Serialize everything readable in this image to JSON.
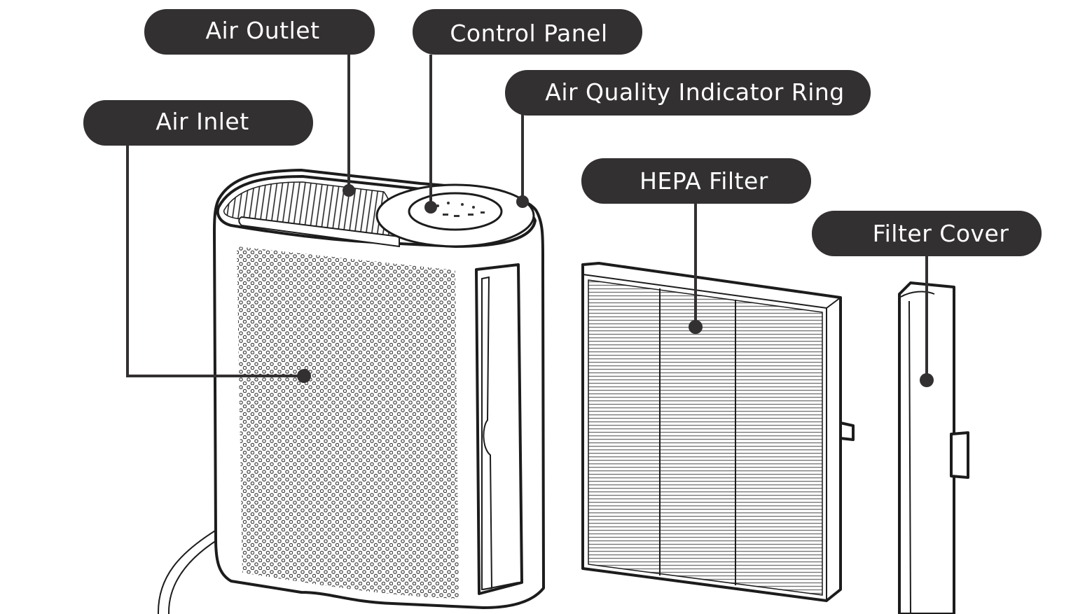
{
  "labels": {
    "air_outlet": "Air Outlet",
    "control_panel": "Control Panel",
    "air_quality_ring": "Air Quality Indicator Ring",
    "air_inlet": "Air Inlet",
    "hepa_filter": "HEPA Filter",
    "filter_cover": "Filter Cover"
  },
  "colors": {
    "label_background": "#333031",
    "label_text": "#ffffff",
    "line_art": "#1c1c1c",
    "background": "#ffffff"
  }
}
